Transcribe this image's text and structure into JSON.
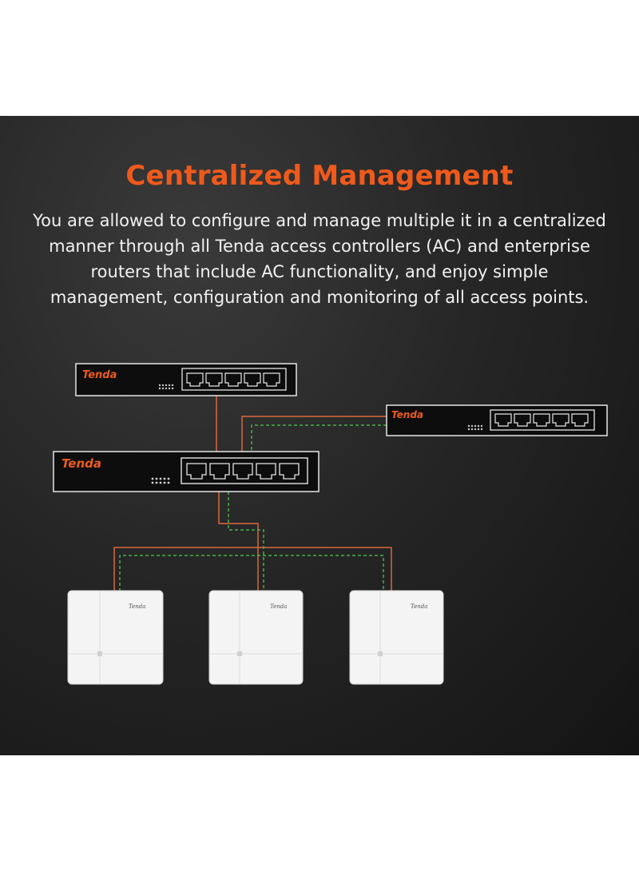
{
  "heading": "Centralized Management",
  "description": "You are allowed to configure and manage multiple it in a centralized manner through all Tenda access controllers (AC) and enterprise routers that include AC functionality, and enjoy simple management, configuration and monitoring of all access points.",
  "brand": "Tenda",
  "colors": {
    "accent": "#ef5a1c",
    "data_link": "#d9683c",
    "power_link": "#45b04a",
    "background": "#1e1e1e"
  },
  "devices": {
    "switches": [
      {
        "name": "switch-top",
        "ports": 5
      },
      {
        "name": "switch-right",
        "ports": 5
      },
      {
        "name": "switch-middle",
        "ports": 5
      }
    ],
    "access_points": [
      {
        "name": "access-point-left"
      },
      {
        "name": "access-point-center"
      },
      {
        "name": "access-point-right"
      }
    ]
  }
}
